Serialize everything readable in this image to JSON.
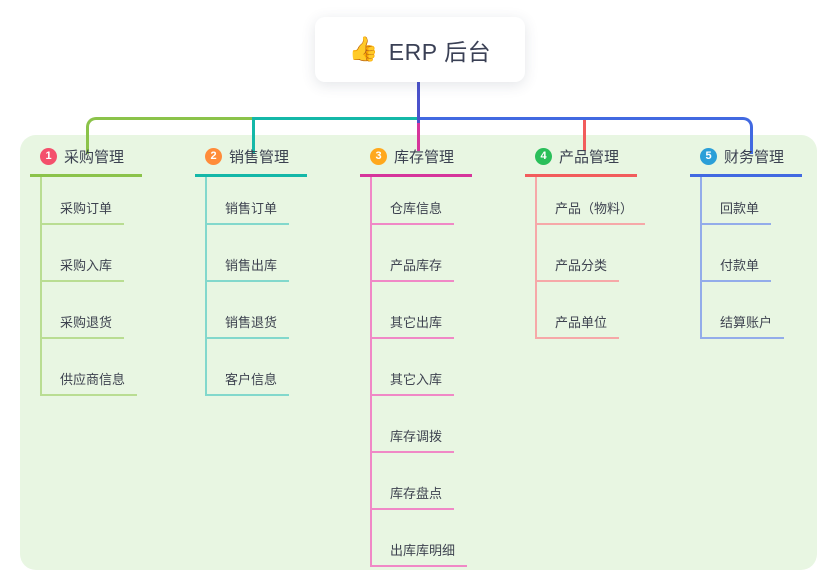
{
  "root": {
    "icon_char": "👍",
    "icon_name": "thumbs-up-icon",
    "label": "ERP 后台"
  },
  "colors": {
    "page_bg": "#ffffff",
    "panel_bg": "#e8f6e2",
    "root_line": "#4b52cc",
    "head_text": "#3b4150",
    "child_text": "#3e4350"
  },
  "branches": [
    {
      "index": "1",
      "label": "采购管理",
      "badge_color": "#f4506c",
      "main_color": "#8bc34a",
      "light_color": "#b9dd92",
      "children": [
        "采购订单",
        "采购入库",
        "采购退货",
        "供应商信息"
      ]
    },
    {
      "index": "2",
      "label": "销售管理",
      "badge_color": "#ff8c3a",
      "main_color": "#14b8a8",
      "light_color": "#82d8cc",
      "children": [
        "销售订单",
        "销售出库",
        "销售退货",
        "客户信息"
      ]
    },
    {
      "index": "3",
      "label": "库存管理",
      "badge_color": "#ffa81d",
      "main_color": "#d6359b",
      "light_color": "#f088c6",
      "children": [
        "仓库信息",
        "产品库存",
        "其它出库",
        "其它入库",
        "库存调拨",
        "库存盘点",
        "出库库明细"
      ]
    },
    {
      "index": "4",
      "label": "产品管理",
      "badge_color": "#2abf5a",
      "main_color": "#f25c5c",
      "light_color": "#f6a8a8",
      "children": [
        "产品（物料）",
        "产品分类",
        "产品单位"
      ]
    },
    {
      "index": "5",
      "label": "财务管理",
      "badge_color": "#2b9fd8",
      "main_color": "#4169e1",
      "light_color": "#93acea",
      "children": [
        "回款单",
        "付款单",
        "结算账户"
      ]
    }
  ]
}
